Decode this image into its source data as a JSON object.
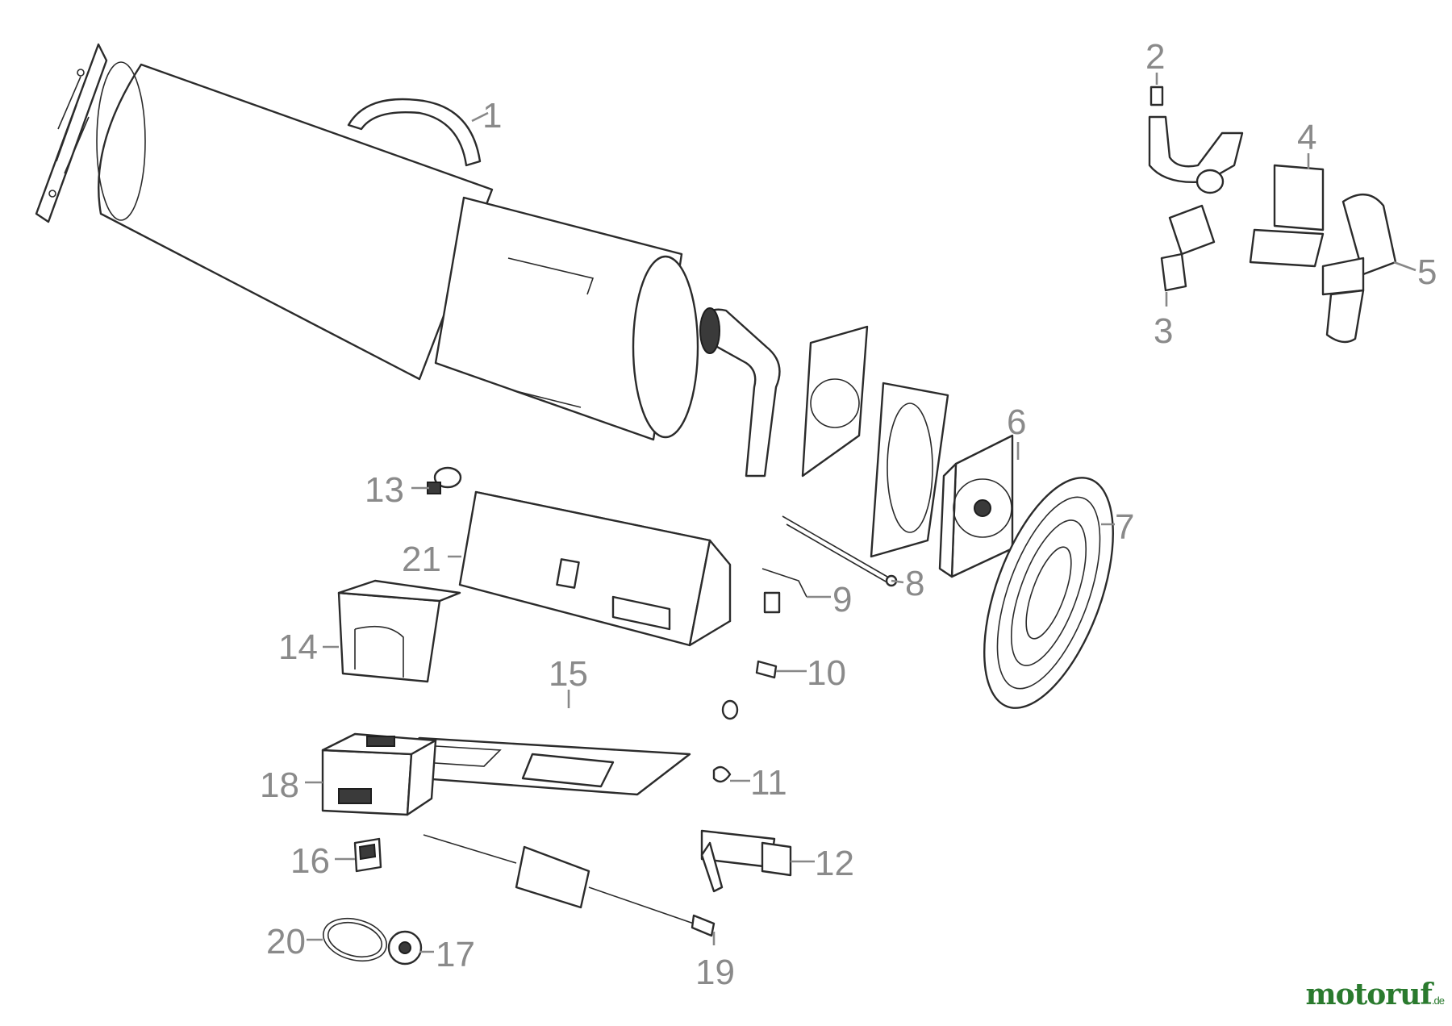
{
  "labels": [
    "1",
    "2",
    "3",
    "4",
    "5",
    "6",
    "7",
    "8",
    "9",
    "10",
    "11",
    "12",
    "13",
    "14",
    "15",
    "16",
    "17",
    "18",
    "19",
    "20",
    "21"
  ],
  "logo": {
    "main": "motoruf",
    "suffix": ".de"
  }
}
